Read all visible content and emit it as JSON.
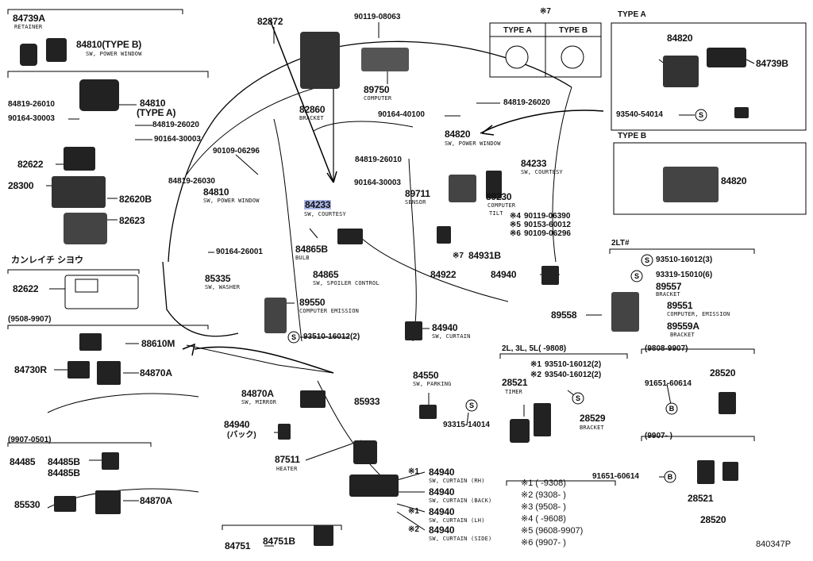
{
  "labels": {
    "p84739A": "84739A",
    "retainer": "RETAINER",
    "p84810b": "84810(TYPE B)",
    "swpw1": "SW, POWER WINDOW",
    "p84810a": "84810",
    "typeA1": "(TYPE A)",
    "p84819_26010a": "84819-26010",
    "p90164_30003a": "90164-30003",
    "p84819_26020": "84819-26020",
    "p90164_30003b": "90164-30003",
    "p82622a": "82622",
    "p28300": "28300",
    "p82620B": "82620B",
    "p82623": "82623",
    "kanji": "カンレイチ  シヨウ",
    "p82622b": "82622",
    "r9508": "(9508-9907)",
    "p88610M": "88610M",
    "p84730R": "84730R",
    "p84870A1": "84870A",
    "r9907": "(9907-0501)",
    "p84485": "84485",
    "p84485B1": "84485B",
    "p84485B2": "84485B",
    "p85530": "85530",
    "p84870A2": "84870A",
    "p84751": "84751",
    "p84751B": "84751B",
    "p82872": "82872",
    "p90119_08063": "90119-08063",
    "p89750": "89750",
    "computer1": "COMPUTER",
    "p82860": "82860",
    "bracket1": "BRACKET",
    "p90109_06296a": "90109-06296",
    "p84819_26030": "84819-26030",
    "p84810c": "84810",
    "swpw2": "SW, POWER WINDOW",
    "p84233a": "84233",
    "swc1": "SW, COURTESY",
    "p90164_26001": "90164-26001",
    "p84865B": "84865B",
    "bulb": "BULB",
    "p84865": "84865",
    "spoiler": "SW, SPOILER CONTROL",
    "p85335": "85335",
    "washer": "SW, WASHER",
    "p89550": "89550",
    "compem1": "COMPUTER EMISSION",
    "p93510_16012a": "93510-16012(2)",
    "p84940a": "84940",
    "swcurtain1": "SW, CURTAIN",
    "p84550": "84550",
    "parking": "SW, PARKING",
    "p93315_14014": "93315-14014",
    "p84870A3": "84870A",
    "mirror": "SW, MIRROR",
    "p85933": "85933",
    "p84940b": "84940",
    "back": "(バック)",
    "p87511": "87511",
    "heater": "HEATER",
    "m1a": "※1",
    "p84940c": "84940",
    "cur_rh": "SW, CURTAIN (RH)",
    "p84940d": "84940",
    "cur_back": "SW, CURTAIN (BACK)",
    "m1b": "※1",
    "p84940e": "84940",
    "cur_lh": "SW, CURTAIN (LH)",
    "m2a": "※2",
    "p84940f": "84940",
    "cur_side": "SW, CURTAIN (SIDE)",
    "p90164_40100": "90164-40100",
    "p84819_26020b": "84819-26020",
    "p84820a": "84820",
    "swpw3": "SW, POWER WINDOW",
    "p84819_26010b": "84819-26010",
    "p90164_30003c": "90164-30003",
    "p89711": "89711",
    "sensor": "SENSOR",
    "p84233b": "84233",
    "swc2": "SW, COURTESY",
    "p89230": "89230",
    "computer2": "COMPUTER",
    "tilt": "TILT",
    "m4": "※4",
    "p90119_06390": "90119-06390",
    "m5": "※5",
    "p90153_60012": "90153-60012",
    "m6": "※6",
    "p90109_06296b": "90109-06296",
    "m7b": "※7",
    "p84931B": "84931B",
    "p84922": "84922",
    "m7a": "※7",
    "typeA_col": "TYPE A",
    "typeB_col": "TYPE B",
    "typeA_hdr": "TYPE A",
    "p84820b": "84820",
    "p84739B": "84739B",
    "p93540_54014": "93540-54014",
    "typeB_hdr": "TYPE B",
    "p84820c": "84820",
    "lt2": "2LT#",
    "p93510_16012b": "93510-16012(3)",
    "p93319_15010": "93319-15010(6)",
    "p89557": "89557",
    "bracket2": "BRACKET",
    "p84940g": "84940",
    "p89551": "89551",
    "compem2": "COMPUTER, EMISSION",
    "p89558": "89558",
    "p89559A": "89559A",
    "bracket3": "BRACKET",
    "r2l": "2L, 3L, 5L(      -9808)",
    "m1c": "※1",
    "p93510_16012c": "93510-16012(2)",
    "m2b": "※2",
    "p93540_16012": "93540-16012(2)",
    "p28521a": "28521",
    "timer": "TIMER",
    "p28529": "28529",
    "bracket4": "BRACKET",
    "r9808": "(9808-9907)",
    "p91651_60614a": "91651-60614",
    "p28520a": "28520",
    "r9907b": "(9907-      )",
    "p91651_60614b": "91651-60614",
    "p28521b": "28521",
    "p28520b": "28520",
    "code": "840347P"
  },
  "footnotes": [
    {
      "mark": "※1",
      "range": "(      -9308)"
    },
    {
      "mark": "※2",
      "range": "(9308-      )"
    },
    {
      "mark": "※3",
      "range": "(9508-      )"
    },
    {
      "mark": "※4",
      "range": "(      -9608)"
    },
    {
      "mark": "※5",
      "range": "(9608-9907)"
    },
    {
      "mark": "※6",
      "range": "(9907-      )"
    }
  ],
  "symbols": {
    "s": "S",
    "b": "B"
  },
  "highlight_color": "#a8b6e8"
}
